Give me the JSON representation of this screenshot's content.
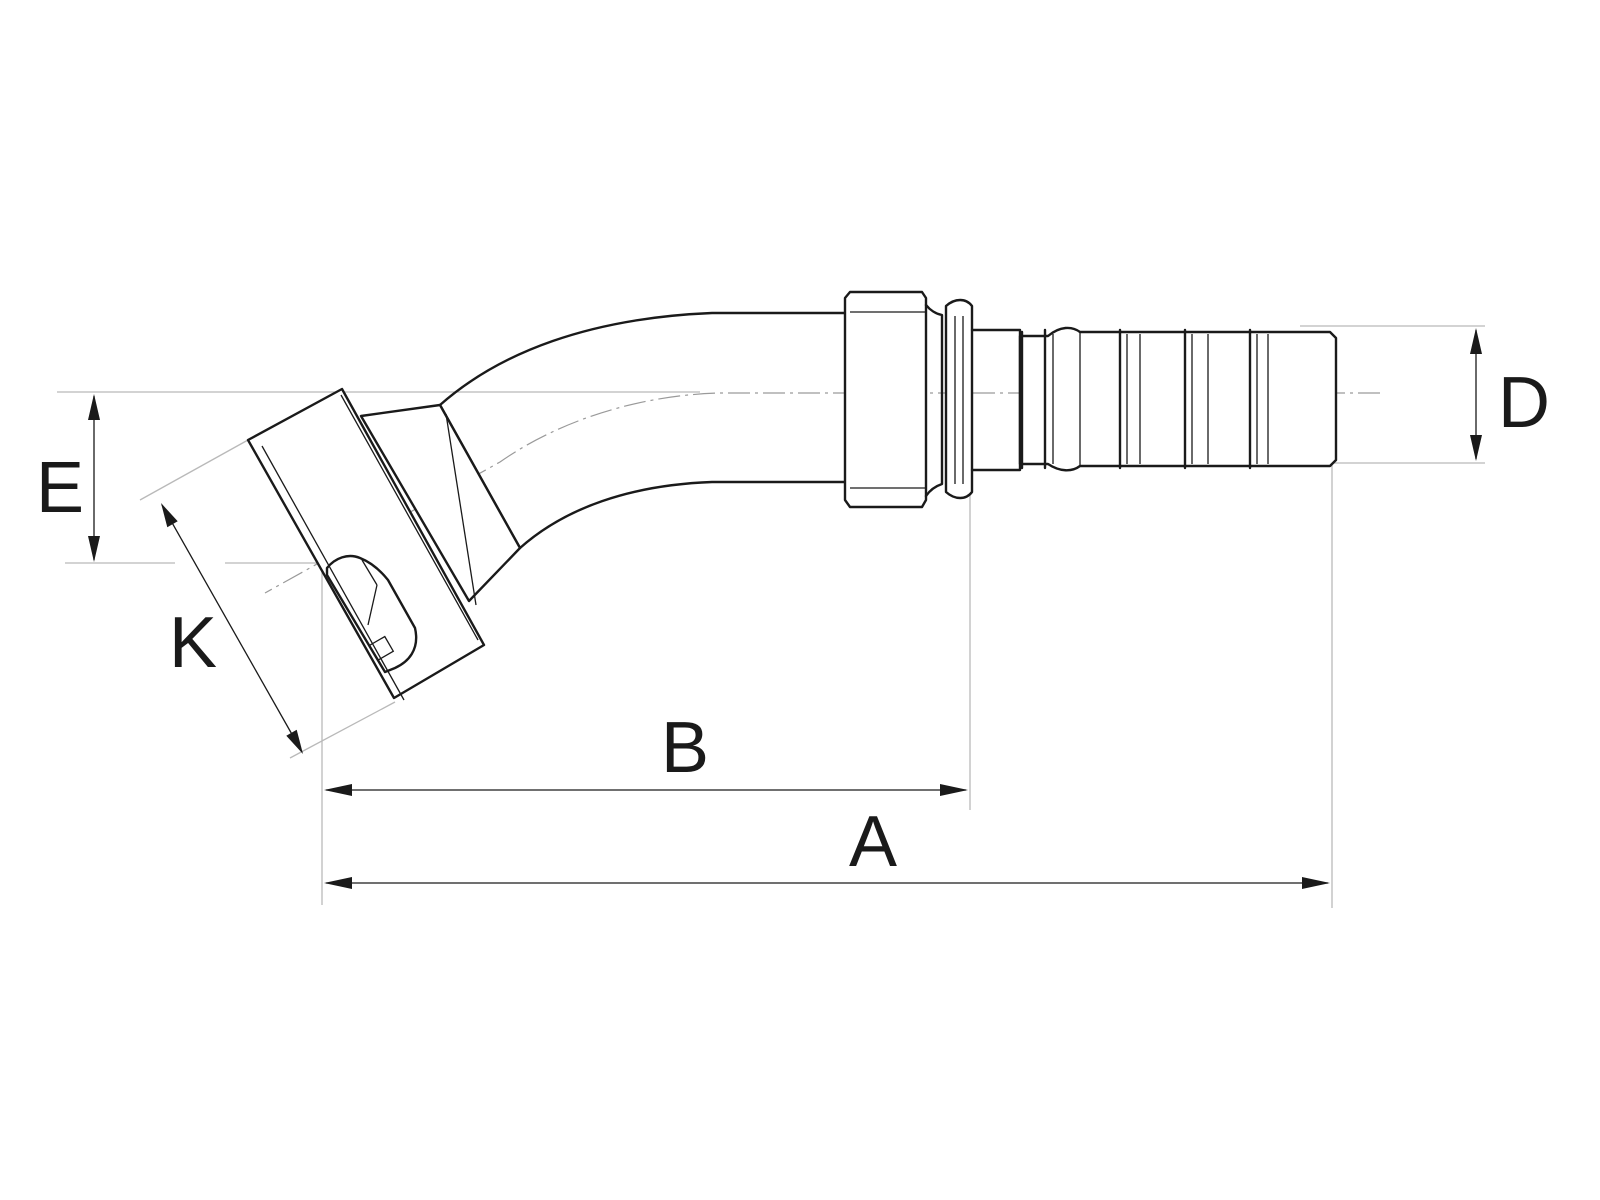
{
  "labels": {
    "A": "A",
    "B": "B",
    "D": "D",
    "E": "E",
    "K": "K"
  },
  "colors": {
    "line": "#1a1a1a",
    "extension": "#b9b9b9",
    "centerline": "#9a9a9a",
    "background": "#ffffff"
  }
}
